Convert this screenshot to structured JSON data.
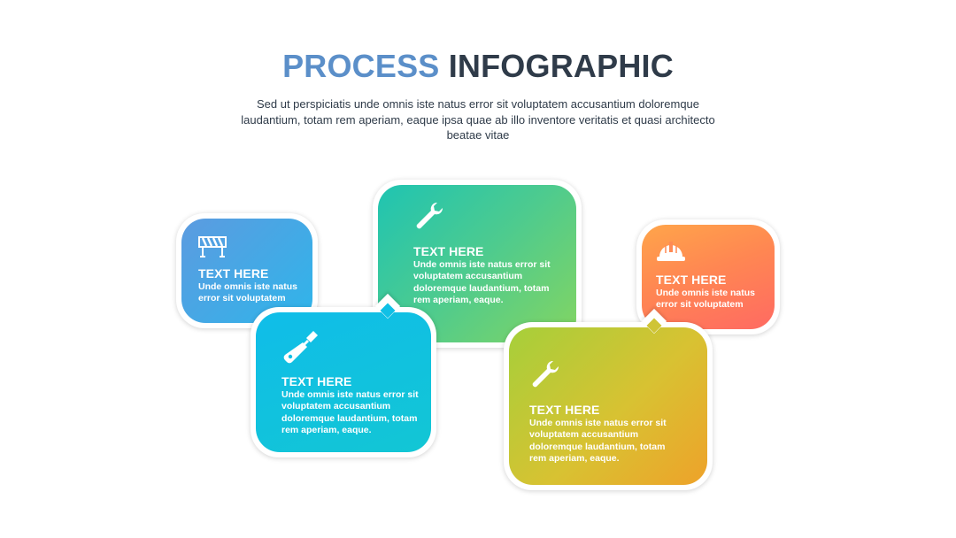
{
  "header": {
    "title_part1": "PROCESS",
    "title_part2": "INFOGRAPHIC",
    "subtitle": "Sed ut perspiciatis unde omnis iste natus error sit voluptatem accusantium doloremque laudantium, totam rem aperiam, eaque ipsa quae ab illo inventore veritatis et quasi architecto beatae vitae"
  },
  "colors": {
    "title_accent": "#5b8fc9",
    "title_dark": "#2f3b49",
    "step_blue": "#4aa6e6",
    "step_cyan": "#10c2e0",
    "step_green": "#4ecb8e",
    "step_yellow": "#d8c232",
    "step_orange": "#ff7a58"
  },
  "steps": [
    {
      "icon": "barrier-icon",
      "heading": "TEXT HERE",
      "body": "Unde omnis iste natus error sit voluptatem"
    },
    {
      "icon": "screwdriver-icon",
      "heading": "TEXT HERE",
      "body": "Unde omnis iste natus error sit voluptatem accusantium doloremque laudantium, totam rem aperiam, eaque."
    },
    {
      "icon": "wrench-icon",
      "heading": "TEXT HERE",
      "body": "Unde omnis iste natus error sit voluptatem accusantium doloremque laudantium, totam rem aperiam, eaque."
    },
    {
      "icon": "wrench-icon",
      "heading": "TEXT HERE",
      "body": "Unde omnis iste natus error sit voluptatem accusantium doloremque laudantium, totam rem aperiam, eaque."
    },
    {
      "icon": "hard-hat-icon",
      "heading": "TEXT HERE",
      "body": "Unde omnis iste natus error sit voluptatem"
    }
  ]
}
